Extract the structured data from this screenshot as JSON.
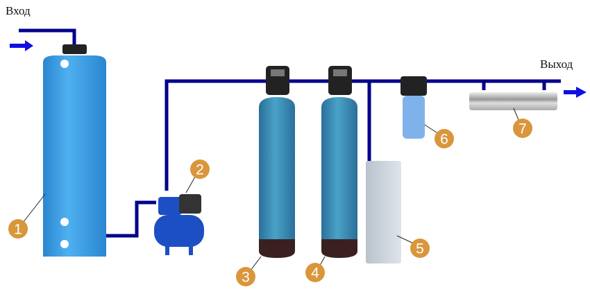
{
  "labels": {
    "inlet": "Вход",
    "outlet": "Выход"
  },
  "components": [
    {
      "number": "1",
      "icon": "storage-tank-icon"
    },
    {
      "number": "2",
      "icon": "pump-station-icon"
    },
    {
      "number": "3",
      "icon": "filter-column-icon"
    },
    {
      "number": "4",
      "icon": "filter-column-icon"
    },
    {
      "number": "5",
      "icon": "brine-tank-icon"
    },
    {
      "number": "6",
      "icon": "cartridge-filter-icon"
    },
    {
      "number": "7",
      "icon": "uv-sterilizer-icon"
    }
  ],
  "colors": {
    "pipe": "#00008b",
    "arrow": "#1010e0",
    "badge": "#d9963b",
    "tank": "#3a9ee0"
  }
}
